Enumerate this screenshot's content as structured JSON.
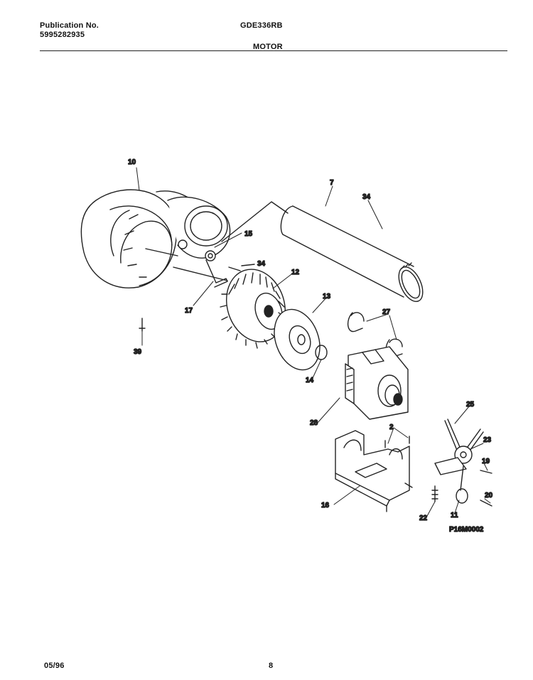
{
  "header": {
    "publication_label": "Publication No.",
    "publication_number": "5995282935",
    "model": "GDE336RB",
    "section_title": "MOTOR"
  },
  "diagram": {
    "part_labels": [
      {
        "key": "10",
        "text": "10"
      },
      {
        "key": "7",
        "text": "7"
      },
      {
        "key": "34a",
        "text": "34"
      },
      {
        "key": "15",
        "text": "15"
      },
      {
        "key": "34b",
        "text": "34"
      },
      {
        "key": "12",
        "text": "12"
      },
      {
        "key": "17",
        "text": "17"
      },
      {
        "key": "13",
        "text": "13"
      },
      {
        "key": "27",
        "text": "27"
      },
      {
        "key": "39",
        "text": "39"
      },
      {
        "key": "14",
        "text": "14"
      },
      {
        "key": "28",
        "text": "28"
      },
      {
        "key": "25",
        "text": "25"
      },
      {
        "key": "2",
        "text": "2"
      },
      {
        "key": "23",
        "text": "23"
      },
      {
        "key": "19",
        "text": "19"
      },
      {
        "key": "16",
        "text": "16"
      },
      {
        "key": "20",
        "text": "20"
      },
      {
        "key": "22",
        "text": "22"
      },
      {
        "key": "11",
        "text": "11"
      }
    ],
    "figure_code": "P16M0002"
  },
  "footer": {
    "date": "05/96",
    "page": "8"
  }
}
